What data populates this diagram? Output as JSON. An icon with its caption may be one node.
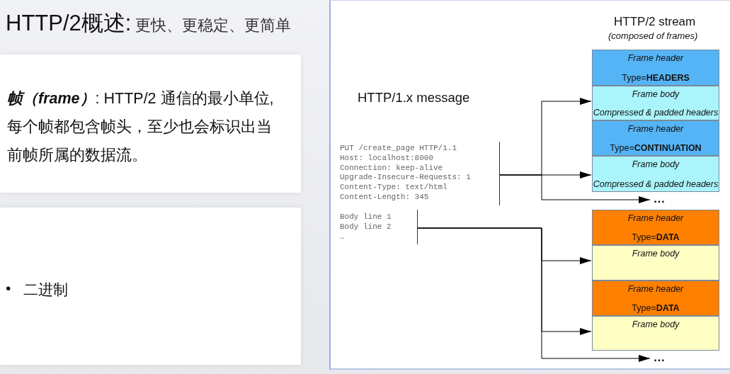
{
  "diagram": {
    "title": "HTTP/2概述:",
    "nodes": [
      {
        "text": [
          "**帧（frame）**: HTTP/2 通信的最小单位,每个帧都包含帧头，至少也会标识出当前帧所属的数据流。"
        ]
      },
      {
        "text": [
          "•",
          "二进制"
        ]
      },
      {
        "text": [
          "PUT /create_page HTTP/1.1",
          "Host: localhost:8000",
          "Connection: keep-alive",
          "Upgrade-Insecure-Requests: 1",
          "Content-Type: text/html",
          "Content-Length: 345"
        ]
      },
      {
        "text": [
          "Body line 1",
          "Body line 2",
          "…"
        ]
      },
      {
        "text": [
          "Frame header",
          "Type=**HEADERS**"
        ]
      },
      {
        "text": [
          "Frame body",
          "Compressed & padded headers"
        ]
      },
      {
        "text": [
          "Frame header",
          "Type=**CONTINUATION**"
        ]
      },
      {
        "text": [
          "Frame body",
          "Compressed & padded headers"
        ]
      },
      {
        "text": [
          "…"
        ]
      },
      {
        "text": [
          "Frame header",
          "Type=**DATA**"
        ]
      },
      {
        "text": [
          "Frame body"
        ]
      },
      {
        "text": [
          "Frame header",
          "Type=**DATA**"
        ]
      },
      {
        "text": [
          "Frame body"
        ]
      },
      {
        "text": [
          "…"
        ]
      }
    ],
    "edges": [
      {
        "from": 2,
        "to": 5,
        "arrow": "to"
      },
      {
        "from": 2,
        "to": 7,
        "arrow": "to"
      },
      {
        "from": 2,
        "to": 8,
        "arrow": "to"
      },
      {
        "from": 3,
        "to": 10,
        "arrow": "to"
      },
      {
        "from": 3,
        "to": 12,
        "arrow": "to"
      },
      {
        "from": 3,
        "to": 13,
        "arrow": "to"
      }
    ],
    "labels": [
      "更快、更稳定、更简单",
      "HTTP/1.x message",
      "HTTP/2 stream",
      "(composed of frames)"
    ]
  }
}
